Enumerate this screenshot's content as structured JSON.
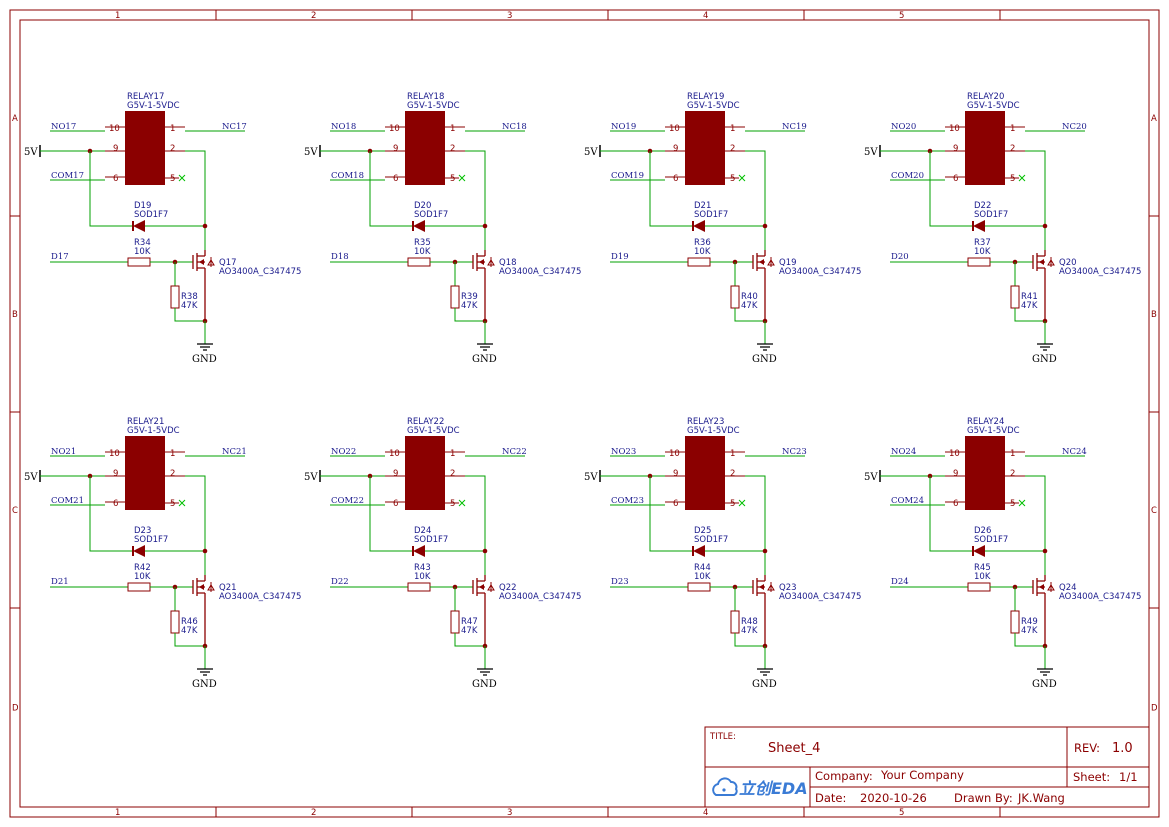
{
  "colors": {
    "frame": "#8b0000",
    "wire": "#00a000",
    "component": "#8b0000",
    "label": "#1a1a8c",
    "noconnect": "#00c000",
    "logo": "#3a7bd5"
  },
  "frame": {
    "columns": [
      "1",
      "2",
      "3",
      "4",
      "5"
    ],
    "rows": [
      "A",
      "B",
      "C",
      "D"
    ]
  },
  "title_block": {
    "title_label": "TITLE:",
    "title_value": "Sheet_4",
    "rev_label": "REV:",
    "rev_value": "1.0",
    "company_label": "Company:",
    "company_value": "Your Company",
    "sheet_label": "Sheet:",
    "sheet_value": "1/1",
    "date_label": "Date:",
    "date_value": "2020-10-26",
    "drawn_label": "Drawn By:",
    "drawn_value": "JK.Wang",
    "logo_text": "立创EDA",
    "logo_icon": "cloud-icon"
  },
  "power_label": "5V",
  "ground_label": "GND",
  "relay_model": "G5V-1-5VDC",
  "diode_model": "SOD1F7",
  "mosfet_model": "AO3400A_C347475",
  "gate_resistor_value": "10K",
  "pulldown_resistor_value": "47K",
  "relay_pins": {
    "no": "10",
    "com_in": "9",
    "com": "6",
    "nc": "1",
    "coil": "2",
    "nc_pin": "5"
  },
  "cells": [
    {
      "relay": "RELAY17",
      "no": "NO17",
      "nc": "NC17",
      "com": "COM17",
      "diode": "D19",
      "rg": "R34",
      "rpd": "R38",
      "q": "Q17",
      "drive": "D17"
    },
    {
      "relay": "RELAY18",
      "no": "NO18",
      "nc": "NC18",
      "com": "COM18",
      "diode": "D20",
      "rg": "R35",
      "rpd": "R39",
      "q": "Q18",
      "drive": "D18"
    },
    {
      "relay": "RELAY19",
      "no": "NO19",
      "nc": "NC19",
      "com": "COM19",
      "diode": "D21",
      "rg": "R36",
      "rpd": "R40",
      "q": "Q19",
      "drive": "D19"
    },
    {
      "relay": "RELAY20",
      "no": "NO20",
      "nc": "NC20",
      "com": "COM20",
      "diode": "D22",
      "rg": "R37",
      "rpd": "R41",
      "q": "Q20",
      "drive": "D20"
    },
    {
      "relay": "RELAY21",
      "no": "NO21",
      "nc": "NC21",
      "com": "COM21",
      "diode": "D23",
      "rg": "R42",
      "rpd": "R46",
      "q": "Q21",
      "drive": "D21"
    },
    {
      "relay": "RELAY22",
      "no": "NO22",
      "nc": "NC22",
      "com": "COM22",
      "diode": "D24",
      "rg": "R43",
      "rpd": "R47",
      "q": "Q22",
      "drive": "D22"
    },
    {
      "relay": "RELAY23",
      "no": "NO23",
      "nc": "NC23",
      "com": "COM23",
      "diode": "D25",
      "rg": "R44",
      "rpd": "R48",
      "q": "Q23",
      "drive": "D23"
    },
    {
      "relay": "RELAY24",
      "no": "NO24",
      "nc": "NC24",
      "com": "COM24",
      "diode": "D26",
      "rg": "R45",
      "rpd": "R49",
      "q": "Q24",
      "drive": "D24"
    }
  ]
}
